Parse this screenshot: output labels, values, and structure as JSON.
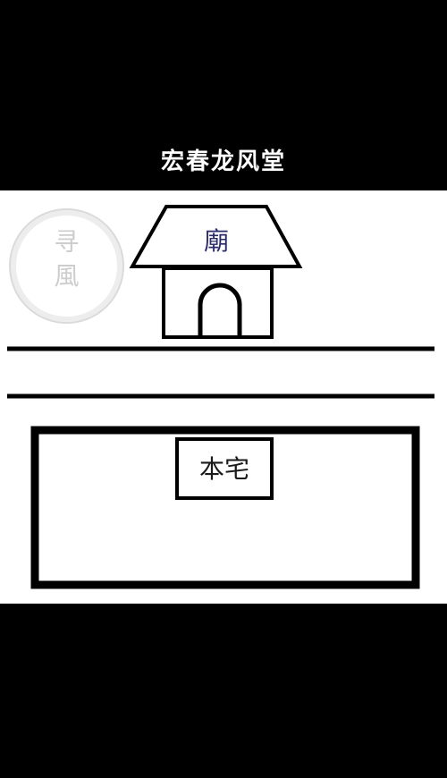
{
  "header": {
    "title": "宏春龙风堂"
  },
  "seal": {
    "char_1": "寻",
    "char_2": "風"
  },
  "diagram": {
    "temple_label": "廟",
    "house_label": "本宅"
  },
  "colors": {
    "background": "#000000",
    "panel": "#ffffff",
    "stroke": "#000000",
    "temple_text": "#2b2b6b",
    "seal": "#c8c8c8"
  }
}
